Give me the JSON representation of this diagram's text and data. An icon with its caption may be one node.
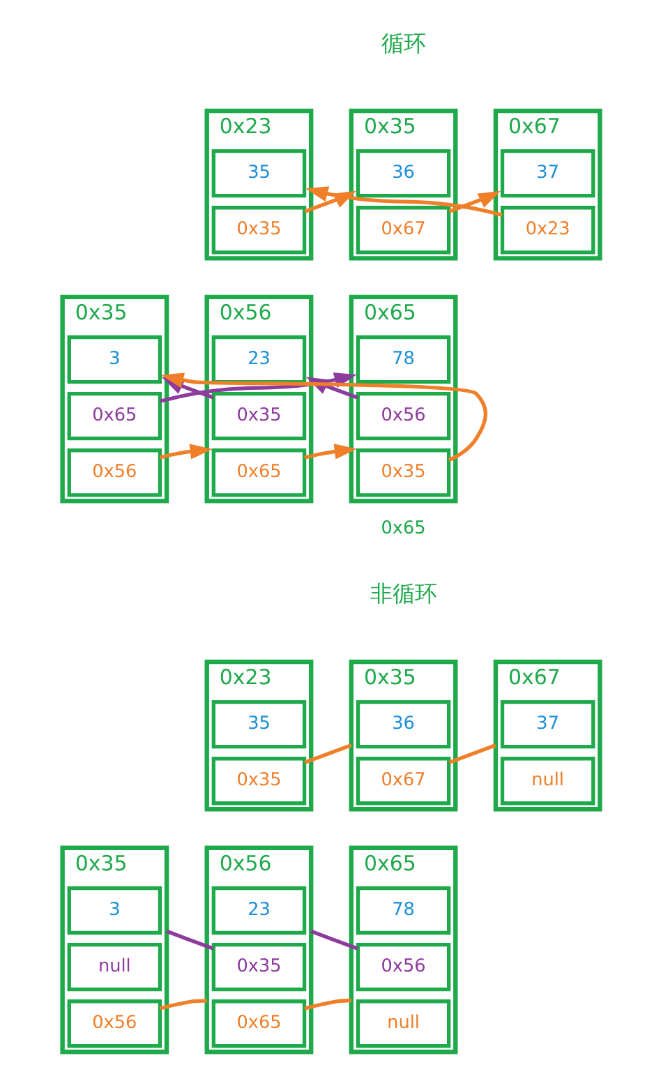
{
  "diagram": {
    "nodes": [
      {
        "text": [
          "0x23"
        ]
      },
      {
        "text": [
          "35"
        ],
        "in": 0
      },
      {
        "text": [
          "0x35"
        ],
        "in": 0
      },
      {
        "text": [
          "0x35"
        ]
      },
      {
        "text": [
          "36"
        ],
        "in": 3
      },
      {
        "text": [
          "0x67"
        ],
        "in": 3
      },
      {
        "text": [
          "0x67"
        ]
      },
      {
        "text": [
          "37"
        ],
        "in": 6
      },
      {
        "text": [
          "0x23"
        ],
        "in": 6
      },
      {
        "text": [
          "0x35"
        ]
      },
      {
        "text": [
          "3"
        ],
        "in": 9
      },
      {
        "text": [
          "0x65"
        ],
        "in": 9
      },
      {
        "text": [
          "0x56"
        ],
        "in": 9
      },
      {
        "text": [
          "0x56"
        ]
      },
      {
        "text": [
          "23"
        ],
        "in": 13
      },
      {
        "text": [
          "0x35"
        ],
        "in": 13
      },
      {
        "text": [
          "0x65"
        ],
        "in": 13
      },
      {
        "text": [
          "0x65"
        ],
        "beside": [
          "0x65"
        ]
      },
      {
        "text": [
          "78"
        ],
        "in": 17
      },
      {
        "text": [
          "0x56"
        ],
        "in": 17
      },
      {
        "text": [
          "0x35"
        ],
        "in": 17
      },
      {
        "text": [
          "0x23"
        ]
      },
      {
        "text": [
          "35"
        ],
        "in": 21
      },
      {
        "text": [
          "0x35"
        ],
        "in": 21
      },
      {
        "text": [
          "0x35"
        ]
      },
      {
        "text": [
          "36"
        ],
        "in": 24
      },
      {
        "text": [
          "0x67"
        ],
        "in": 24
      },
      {
        "text": [
          "0x67"
        ]
      },
      {
        "text": [
          "37"
        ],
        "in": 27
      },
      {
        "text": [
          "null"
        ],
        "in": 27
      },
      {
        "text": [
          "0x35"
        ]
      },
      {
        "text": [
          "3"
        ],
        "in": 30
      },
      {
        "text": [
          "null"
        ],
        "in": 30
      },
      {
        "text": [
          "0x56"
        ],
        "in": 30
      },
      {
        "text": [
          "0x56"
        ]
      },
      {
        "text": [
          "23"
        ],
        "in": 34
      },
      {
        "text": [
          "0x35"
        ],
        "in": 34
      },
      {
        "text": [
          "0x65"
        ],
        "in": 34
      },
      {
        "text": [
          "0x65"
        ]
      },
      {
        "text": [
          "78"
        ],
        "in": 38
      },
      {
        "text": [
          "0x56"
        ],
        "in": 38
      },
      {
        "text": [
          "null"
        ],
        "in": 38
      }
    ],
    "edges": [
      {
        "from": 2,
        "to": 3,
        "arrow": "to"
      },
      {
        "from": 5,
        "to": 6,
        "arrow": "to"
      },
      {
        "from": 8,
        "to": 0,
        "arrow": "to"
      },
      {
        "from": 12,
        "to": 13,
        "arrow": "to"
      },
      {
        "from": 15,
        "to": 9,
        "arrow": "to",
        "color": "#8e3b9e"
      },
      {
        "from": 16,
        "to": 17,
        "arrow": "to"
      },
      {
        "from": 19,
        "to": 13,
        "arrow": "to",
        "color": "#8e3b9e"
      },
      {
        "from": 20,
        "to": 9,
        "arrow": "to"
      },
      {
        "from": 11,
        "to": 17,
        "arrow": "to",
        "color": "#8e3b9e"
      },
      {
        "from": 23,
        "to": 24,
        "arrow": "none"
      },
      {
        "from": 26,
        "to": 27,
        "arrow": "none"
      },
      {
        "from": 33,
        "to": 34,
        "arrow": "none"
      },
      {
        "from": 36,
        "to": 30,
        "arrow": "none",
        "color": "#8e3b9e"
      },
      {
        "from": 37,
        "to": 38,
        "arrow": "none"
      },
      {
        "from": 40,
        "to": 34,
        "arrow": "none",
        "color": "#8e3b9e"
      }
    ],
    "labels": [
      "循环",
      "非循环"
    ]
  }
}
